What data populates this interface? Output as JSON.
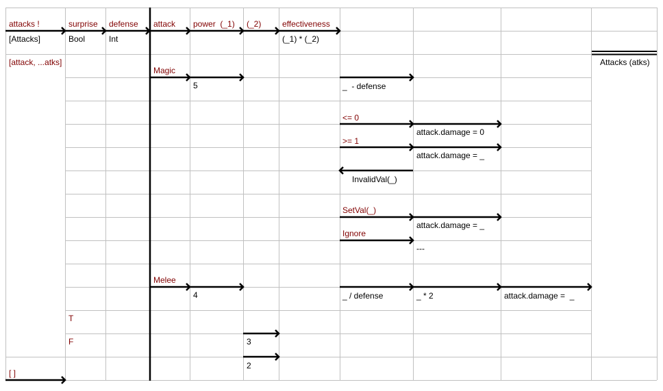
{
  "header": {
    "attacks": "attacks !",
    "attacks_type": "[Attacks]",
    "surprise": "surprise",
    "surprise_type": "Bool",
    "defense": "defense",
    "defense_type": "Int",
    "attack": "attack",
    "power": "power  (_1)",
    "p2": "(_2)",
    "effectiveness": "effectiveness",
    "effectiveness_expr": "(_1) * (_2)"
  },
  "body": {
    "pattern_cons": "[attack, ...atks]",
    "magic": "Magic",
    "magic_power": "5",
    "minus_defense": "_  - defense",
    "le0": "<= 0",
    "dmg0": "attack.damage = 0",
    "ge1": ">= 1",
    "dmg_val1": "attack.damage = _",
    "invalid": "InvalidVal(_)",
    "setval": "SetVal(_)",
    "dmg_val2": "attack.damage = _",
    "ignore": "Ignore",
    "noop": "---",
    "melee": "Melee",
    "melee_power": "4",
    "div_defense": "_ / defense",
    "times2": "_ * 2",
    "dmg_val3": "attack.damage =  _",
    "true_label": "T",
    "false_label": "F",
    "val3": "3",
    "val2": "2",
    "pattern_empty": "[ ]",
    "recursion": "Attacks (atks)"
  }
}
